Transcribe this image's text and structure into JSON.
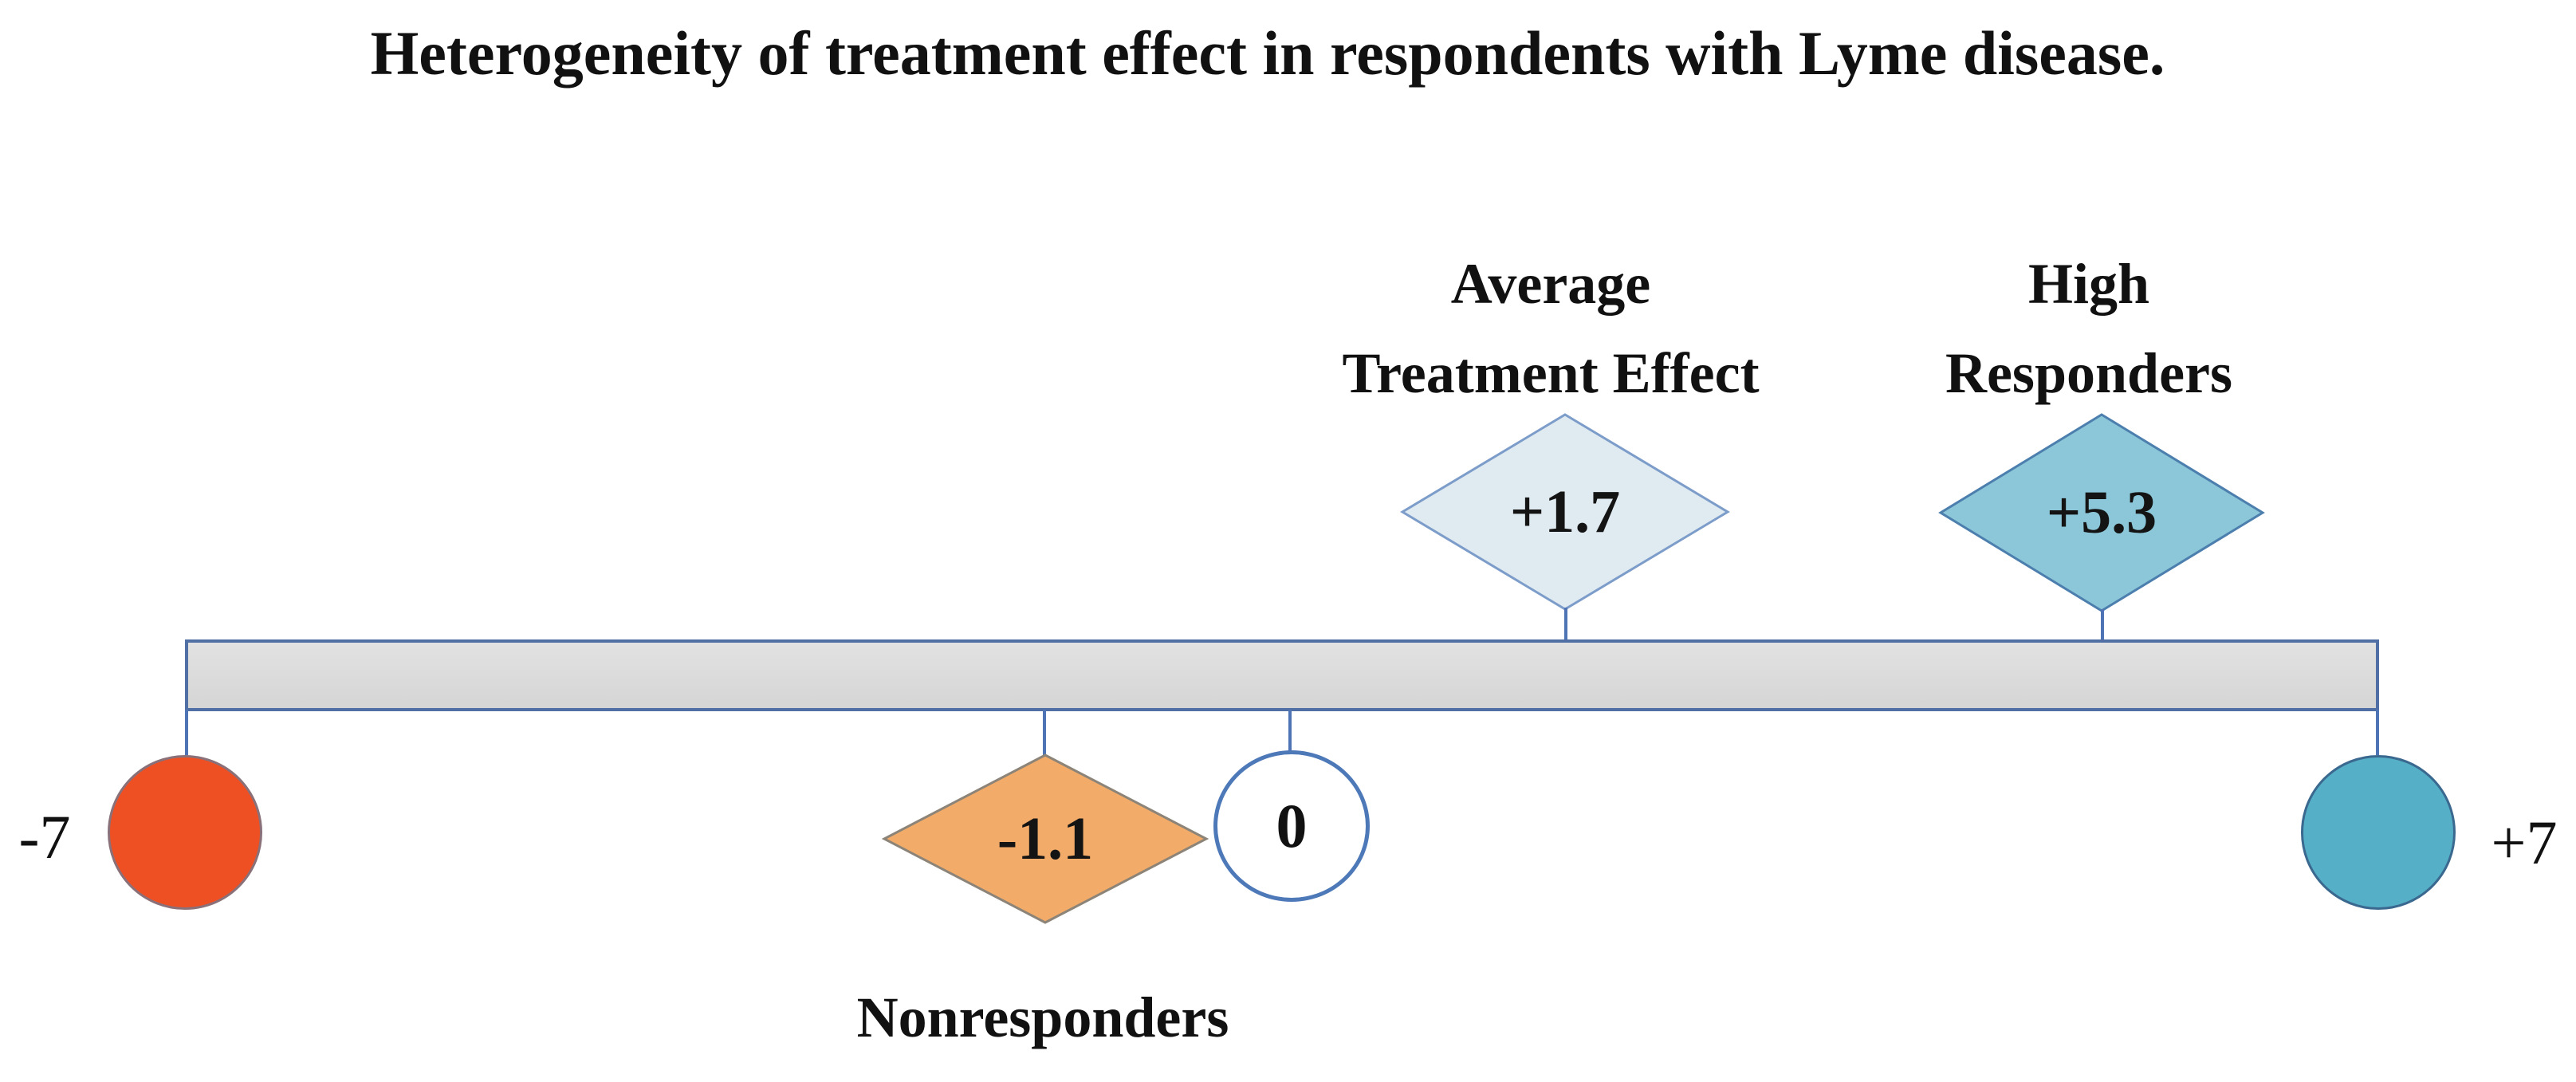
{
  "figure": {
    "title": "Heterogeneity of treatment effect in respondents with Lyme disease.",
    "bar": {
      "fill": "#DCDCDC",
      "stroke": "#4F6FA5"
    },
    "connector_color": "#4E74B5",
    "endpoints": {
      "min": {
        "label": "-7",
        "numeric": -7,
        "fill": "#EF5023",
        "stroke": "#8A7078"
      },
      "max": {
        "label": "+7",
        "numeric": 7,
        "fill": "#55AFC7",
        "stroke": "#3A688E"
      }
    },
    "markers": {
      "nonresponders": {
        "label": "Nonresponders",
        "value": "-1.1",
        "numeric": -1.1,
        "position": "below-bar",
        "fill": "#F2AB68",
        "stroke": "#8C8478"
      },
      "zero": {
        "value": "0",
        "numeric": 0,
        "position": "below-bar",
        "fill": "#FFFFFF",
        "stroke": "#4E79B8"
      },
      "average_treatment_effect": {
        "label_line1": "Average",
        "label_line2": "Treatment Effect",
        "value": "+1.7",
        "numeric": 1.7,
        "position": "above-bar",
        "fill": "#E0EAF1",
        "stroke": "#7C9CC9"
      },
      "high_responders": {
        "label_line1": "High",
        "label_line2": "Responders",
        "value": "+5.3",
        "numeric": 5.3,
        "position": "above-bar",
        "fill": "#8BC7D8",
        "stroke": "#4C7FAE"
      }
    }
  },
  "chart_data": {
    "type": "number-line-diagram",
    "title": "Heterogeneity of treatment effect in respondents with Lyme disease.",
    "axis_range": [
      -7,
      7
    ],
    "markers": [
      {
        "name": "Scale minimum",
        "value": -7,
        "shape": "circle",
        "side": "end-left"
      },
      {
        "name": "Nonresponders",
        "value": -1.1,
        "shape": "diamond",
        "side": "below"
      },
      {
        "name": "Zero reference",
        "value": 0,
        "shape": "circle",
        "side": "below"
      },
      {
        "name": "Average Treatment Effect",
        "value": 1.7,
        "shape": "diamond",
        "side": "above"
      },
      {
        "name": "High Responders",
        "value": 5.3,
        "shape": "diamond",
        "side": "above"
      },
      {
        "name": "Scale maximum",
        "value": 7,
        "shape": "circle",
        "side": "end-right"
      }
    ]
  }
}
